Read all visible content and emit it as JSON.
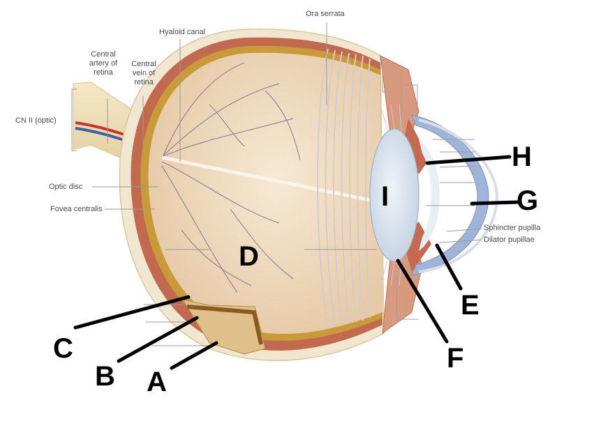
{
  "labels": {
    "ora_serrata": "Ora serrata",
    "hyaloid_canal": "Hyaloid canal",
    "central_artery": "Central artery of retina",
    "central_vein": "Central vein of retina",
    "cn_ii": "CN II (optic)",
    "optic_disc": "Optic disc",
    "fovea": "Fovea centralis",
    "sphincter": "Sphincter pupilla",
    "dilator": "Dilator pupillae"
  },
  "letters": {
    "a": "A",
    "b": "B",
    "c": "C",
    "d": "D",
    "e": "E",
    "f": "F",
    "g": "G",
    "h": "H",
    "i": "I"
  },
  "colors": {
    "sclera": "#f1e6cf",
    "choroid": "#c26a50",
    "retina": "#c99a3a",
    "vitreous": "#efd9bd",
    "lens": "#dbe6f0",
    "cornea": "#9fb4d8",
    "ciliary": "#d89a7e",
    "artery": "#c8332a",
    "vein": "#3e5ea8",
    "leader_bold": "#000000",
    "leader_thin": "#9a9a9a"
  }
}
